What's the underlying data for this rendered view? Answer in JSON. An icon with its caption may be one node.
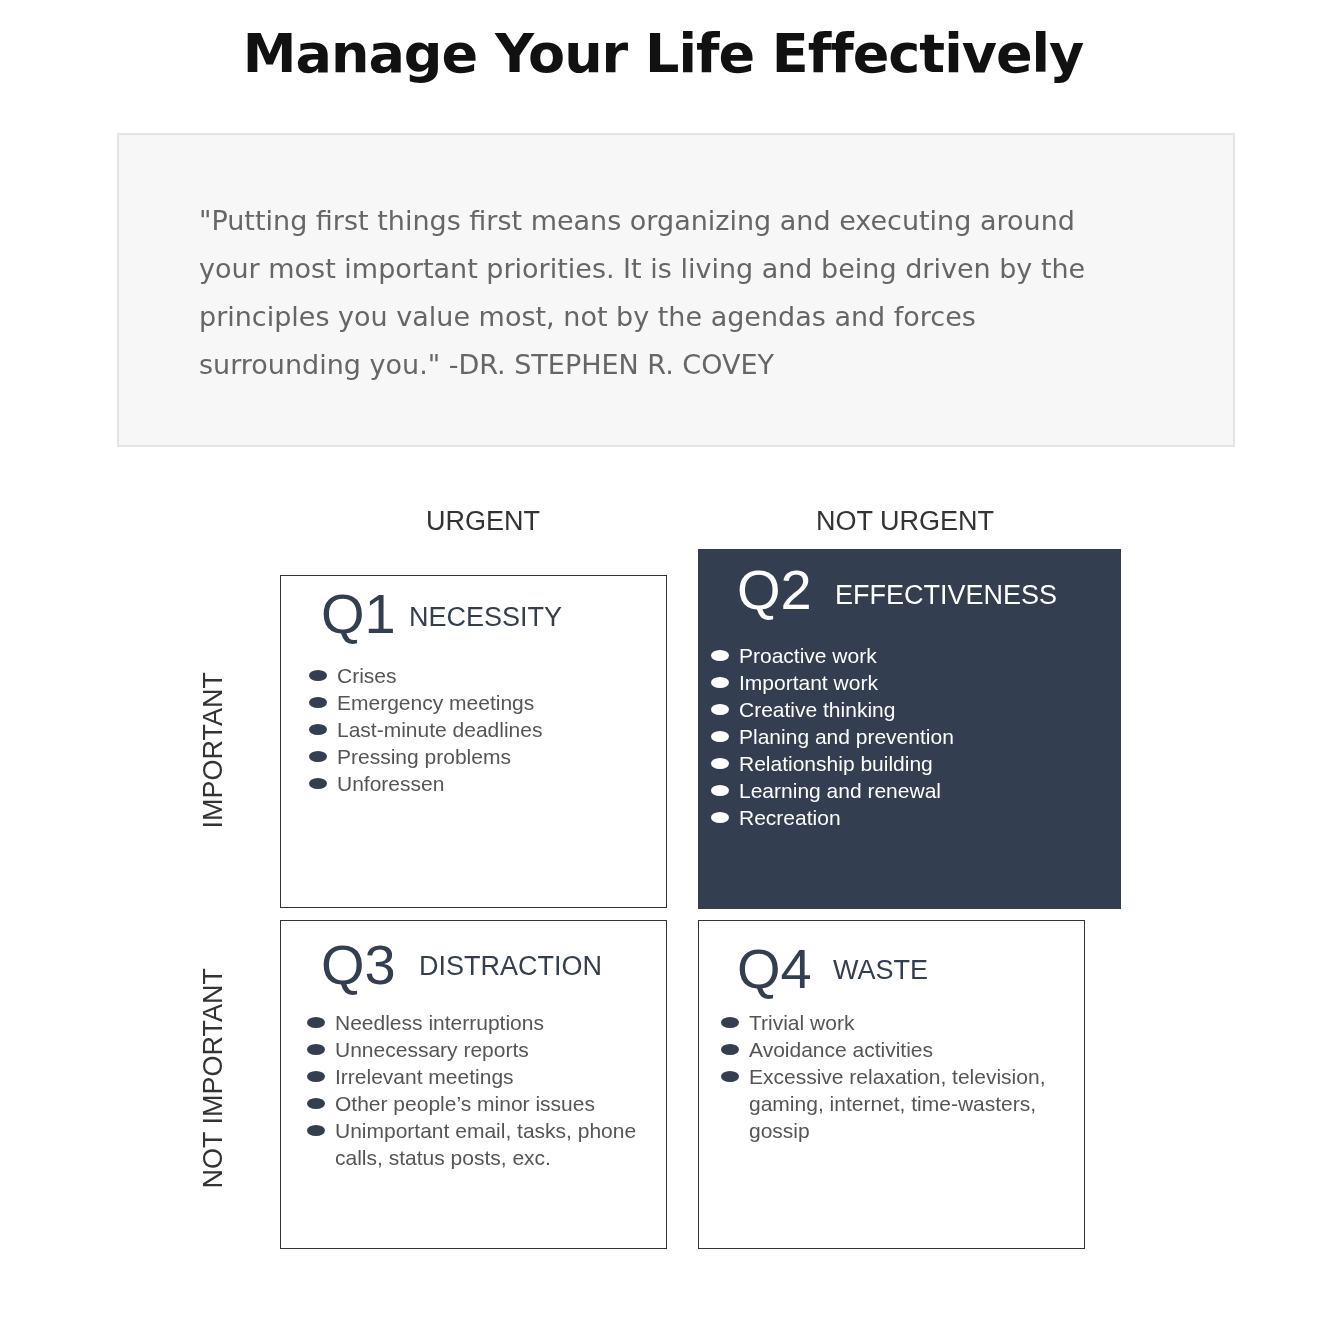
{
  "diagram": {
    "title": "Manage Your Life Effectively",
    "nodes": [
      {
        "text": [
          "\"Putting first things first means organizing and executing around your most important priorities. It is living and being driven by the principles you value most, not by the agendas and forces surrounding you.\" -DR. STEPHEN R. COVEY"
        ]
      },
      {
        "text": [
          "Q1",
          "NECESSITY",
          "Crises",
          "Emergency meetings",
          "Last-minute deadlines",
          "Pressing problems",
          "Unforessen"
        ]
      },
      {
        "text": [
          "Q2",
          "EFFECTIVENESS",
          "Proactive work",
          "Important work",
          "Creative thinking",
          "Planing and prevention",
          "Relationship building",
          "Learning and renewal",
          "Recreation"
        ]
      },
      {
        "text": [
          "Q3",
          "DISTRACTION",
          "Needless interruptions",
          "Unnecessary reports",
          "Irrelevant meetings",
          "Other people’s minor issues",
          "Unimportant email, tasks, phone calls, status posts, exc."
        ]
      },
      {
        "text": [
          "Q4",
          "WASTE",
          "Trivial work",
          "Avoidance activities",
          "Excessive relaxation, television, gaming, internet, time-wasters, gossip"
        ]
      }
    ],
    "edges": [],
    "labels": [
      "URGENT",
      "NOT URGENT",
      "IMPORTANT",
      "NOT IMPORTANT"
    ]
  }
}
